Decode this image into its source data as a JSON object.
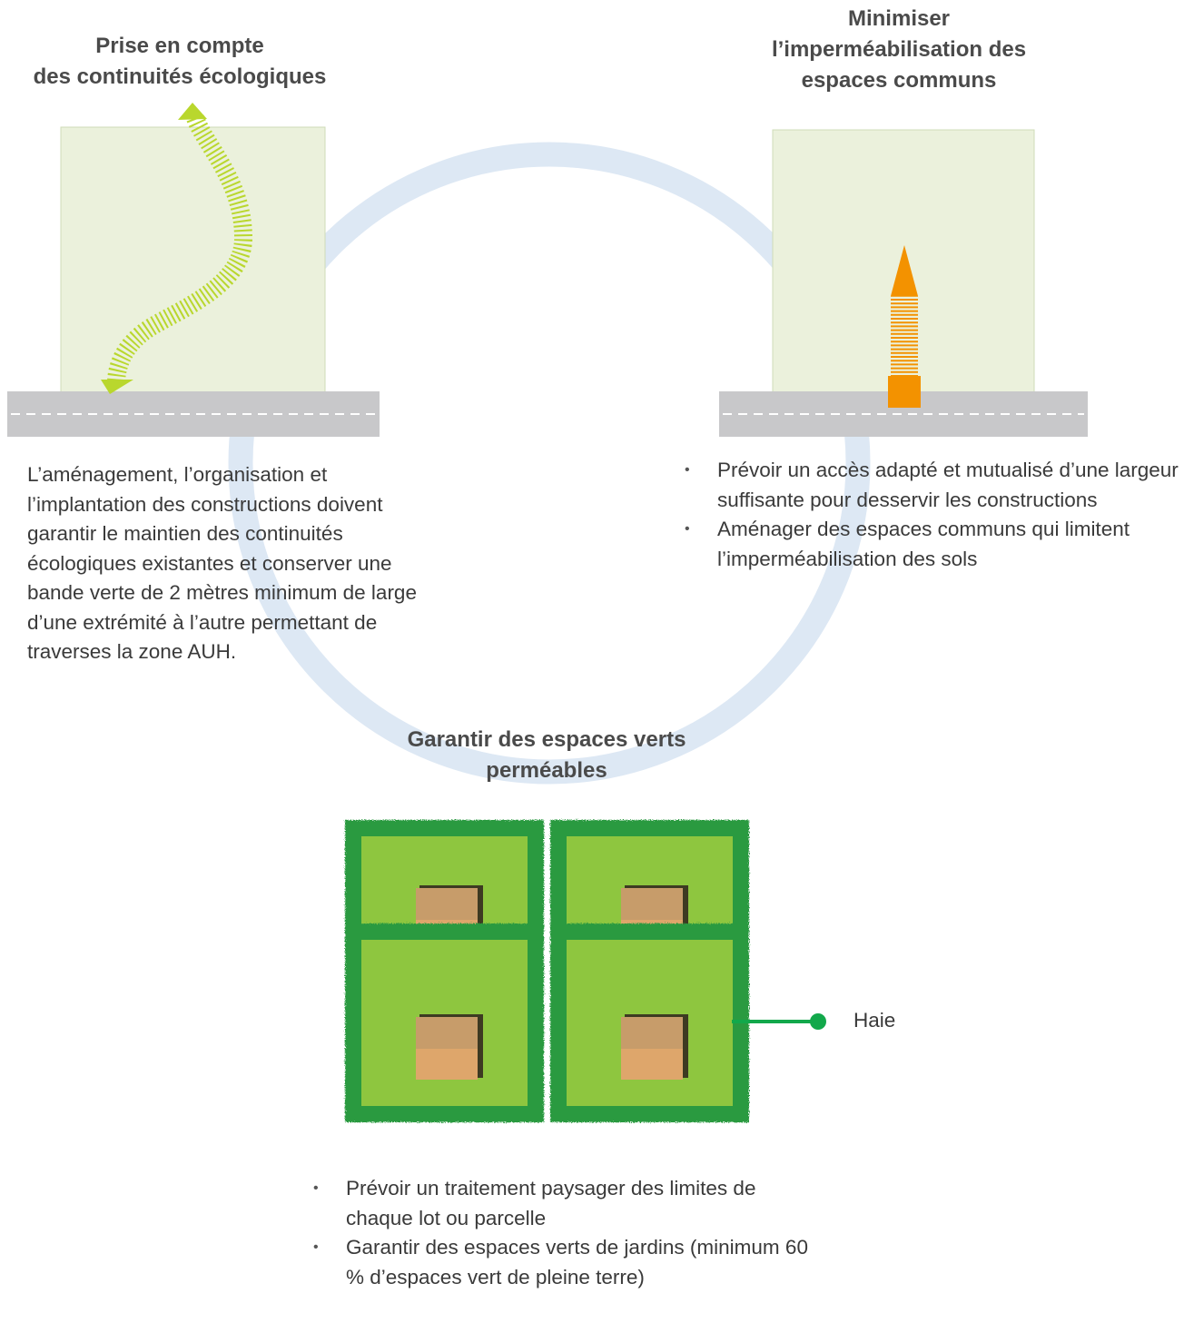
{
  "colors": {
    "ring": "#dde8f4",
    "panel_fill": "#ebf1dc",
    "panel_border": "#cfdcb8",
    "road": "#c8c8ca",
    "road_dash": "#ffffff",
    "eco_arrow": "#b9d72d",
    "access_arrow": "#f39200",
    "lot_hedge": "#2c9a3f",
    "lot_lawn": "#8ec63f",
    "house_roof": "#c79c6a",
    "house_wall": "#dea66b",
    "haie_line": "#12a84b"
  },
  "sections": {
    "left": {
      "title": "Prise en compte\ndes continuités écologiques",
      "text": "L’aménagement, l’organisation et l’implantation des constructions doivent garantir le maintien des continuités écologiques existantes et conserver une bande verte de 2 mètres minimum de large d’une extrémité à l’autre permettant de traverses la zone AUH.",
      "icon": "ecological-corridor-arrow"
    },
    "right": {
      "title": "Minimiser\nl’imperméabilisation des\nespaces communs",
      "bullets": [
        "Prévoir un accès adapté et mutualisé d’une largeur suffisante pour desservir les constructions",
        "Aménager des espaces communs qui limitent l’imperméabilisation des sols"
      ],
      "icon": "shared-access-arrow"
    },
    "bottom": {
      "title": "Garantir des espaces verts\nperméables",
      "bullets": [
        "Prévoir un traitement paysager des limites de chaque lot ou parcelle",
        "Garantir des espaces verts de jardins (minimum 60 % d’espaces vert de pleine terre)"
      ],
      "legend_label": "Haie",
      "icon": "garden-lots"
    }
  },
  "bullet_char": "•"
}
